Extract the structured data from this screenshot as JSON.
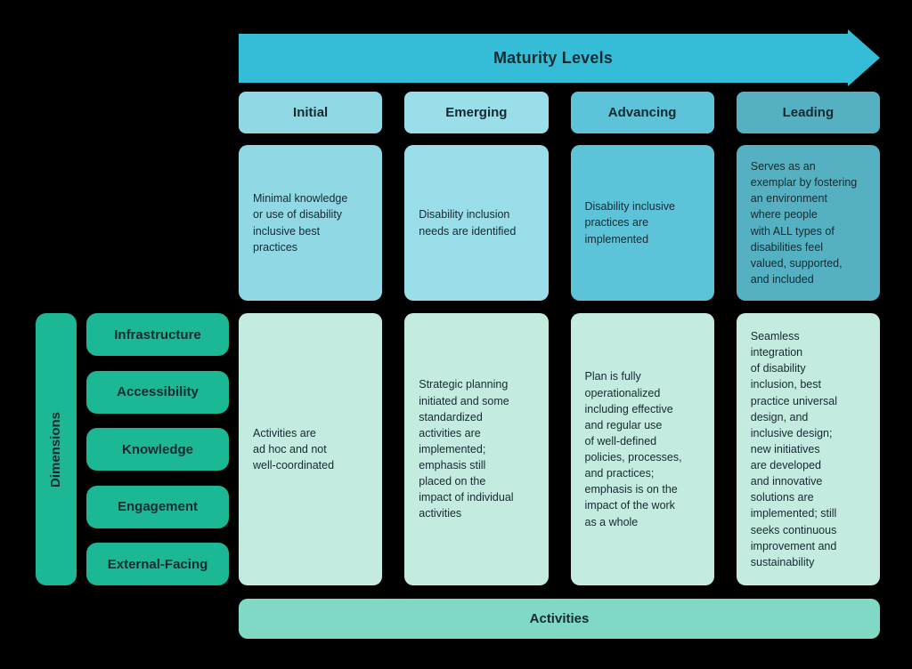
{
  "diagram": {
    "title": "Maturity Levels",
    "activities_label": "Activities",
    "dimensions": {
      "label": "Dimensions",
      "items": [
        {
          "label": "Infrastructure"
        },
        {
          "label": "Accessibility"
        },
        {
          "label": "Knowledge"
        },
        {
          "label": "Engagement"
        },
        {
          "label": "External-Facing"
        }
      ]
    },
    "levels": [
      {
        "label": "Initial",
        "knowledge": "Minimal knowledge\nor use of disability\ninclusive best\npractices",
        "activities": "Activities are\nad hoc and not\nwell-coordinated"
      },
      {
        "label": "Emerging",
        "knowledge": "Disability inclusion\nneeds are identified",
        "activities": "Strategic planning\ninitiated and some\nstandardized\nactivities are\nimplemented;\nemphasis still\nplaced on the\nimpact of individual\nactivities"
      },
      {
        "label": "Advancing",
        "knowledge": "Disability inclusive\npractices are\nimplemented",
        "activities": "Plan is fully\noperationalized\nincluding effective\nand regular use\nof well-defined\npolicies, processes,\nand practices;\nemphasis is on the\nimpact of the work\nas a whole"
      },
      {
        "label": "Leading",
        "knowledge": "Serves as an\nexemplar by fostering\nan environment\nwhere people\nwith ALL types of\ndisabilities feel\nvalued, supported,\nand included",
        "activities": "Seamless\nintegration\nof disability\ninclusion, best\npractice universal\ndesign, and\ninclusive design;\nnew initiatives\nare developed\nand innovative\nsolutions are\nimplemented; still\nseeks continuous\nimprovement and\nsustainability"
      }
    ]
  },
  "colors": {
    "background": "#000000",
    "arrow": "#35bdd8",
    "level_initial": "#8fd8e4",
    "level_emerging": "#9adee9",
    "level_advancing": "#5cc3d8",
    "level_leading": "#55b1c2",
    "cell_mint": "#c4ebe0",
    "dimension_green": "#1cb795",
    "activities_bar": "#7fd9c4",
    "text_dark": "#132a31"
  }
}
